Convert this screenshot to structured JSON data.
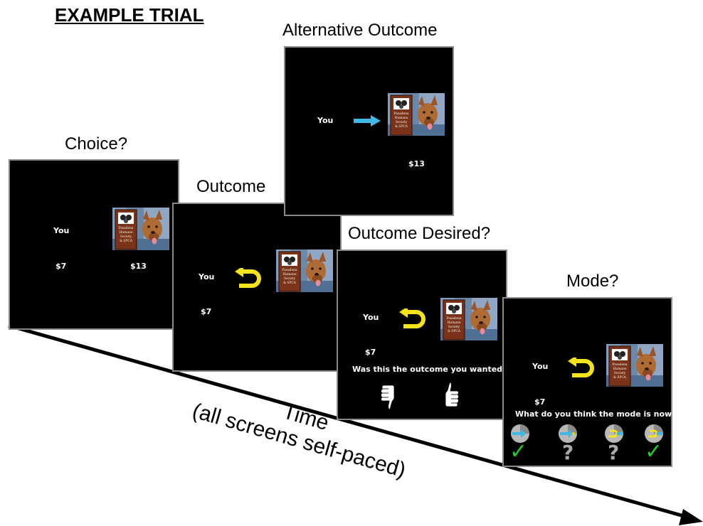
{
  "title": "EXAMPLE TRIAL",
  "screens": {
    "choice": {
      "heading": "Choice?",
      "you_label": "You",
      "you_amount": "$7",
      "charity_amount": "$13"
    },
    "outcome": {
      "heading": "Outcome",
      "you_label": "You",
      "you_amount": "$7"
    },
    "alternative": {
      "heading": "Alternative Outcome",
      "you_label": "You",
      "charity_amount": "$13"
    },
    "desired": {
      "heading": "Outcome Desired?",
      "you_label": "You",
      "you_amount": "$7",
      "question": "Was this the outcome you wanted?"
    },
    "mode": {
      "heading": "Mode?",
      "you_label": "You",
      "you_amount": "$7",
      "question": "What do you think the mode is now?",
      "options": [
        {
          "mark": "✓",
          "mark_color": "#22cc22"
        },
        {
          "mark": "?",
          "mark_color": "#aaaaaa"
        },
        {
          "mark": "?",
          "mark_color": "#aaaaaa"
        },
        {
          "mark": "✓",
          "mark_color": "#22cc22"
        }
      ]
    }
  },
  "charity_logo_text": [
    "Pasadena",
    "Humane",
    "Society",
    "& SPCA"
  ],
  "time_axis": {
    "line1": "Time",
    "line2": "(all screens self-paced)"
  },
  "colors": {
    "arrow_blue": "#3fb9e6",
    "uturn_yellow": "#f4e21a",
    "check_green": "#22cc22"
  }
}
